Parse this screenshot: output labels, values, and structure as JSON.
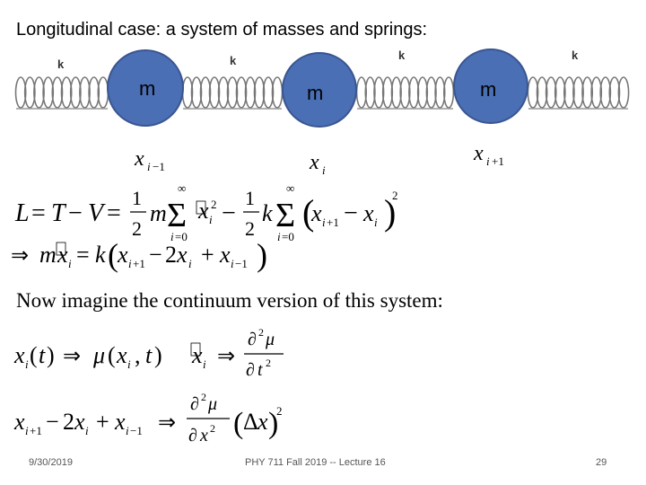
{
  "slide": {
    "title": "Longitudinal case: a system of masses and springs:",
    "continuum_text": "Now imagine the continuum version of this system:"
  },
  "diagram": {
    "spring_label": "k",
    "mass_label": "m",
    "mass_color": "#4a6fb5",
    "mass_border_color": "#3a5590"
  },
  "footer": {
    "date": "9/30/2019",
    "course": "PHY 711  Fall 2019 -- Lecture 16",
    "page": "29"
  }
}
